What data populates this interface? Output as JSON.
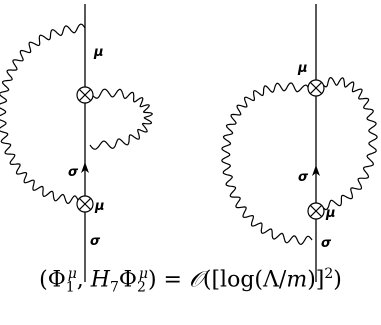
{
  "left_diagram": {
    "label_top": "μ",
    "label_mid": "σ",
    "label_vertex": "μ",
    "label_bottom": "σ"
  },
  "right_diagram": {
    "label_top": "μ",
    "label_mid": "σ",
    "label_vertex": "μ",
    "label_bottom": "σ"
  },
  "formula": {
    "open": "(",
    "phi": "Φ",
    "sub1": "1",
    "sup": "μ",
    "comma": ", ",
    "H": "H",
    "sub7": "7",
    "phi2": "Φ",
    "sub2": "2",
    "sup2": "μ",
    "close_eq": ") = ",
    "O": "𝒪",
    "rest_open": "([log(",
    "Lambda": "Λ",
    "slash": "/",
    "m": "m",
    "rest_close": ")]",
    "power": "2",
    "final": ")"
  }
}
